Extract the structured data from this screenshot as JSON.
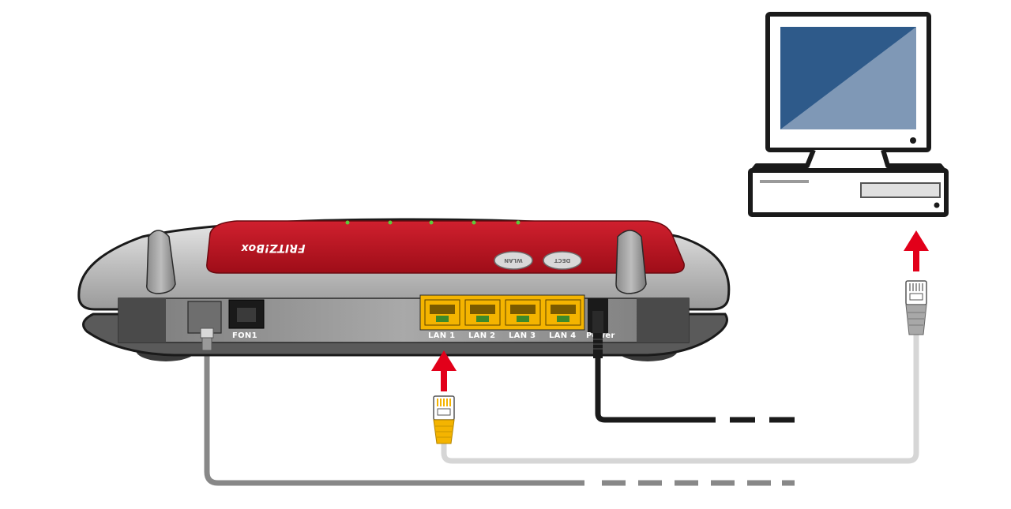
{
  "router": {
    "brand": "FRITZ!Box",
    "buttons": {
      "wlan": "WLAN",
      "dect": "DECT"
    },
    "ports": {
      "fon1": "FON1",
      "lan1": "LAN 1",
      "lan2": "LAN 2",
      "lan3": "LAN 3",
      "lan4": "LAN 4",
      "power": "Power"
    }
  },
  "colors": {
    "router_red": "#b8101e",
    "router_silver": "#c9c9c9",
    "router_panel": "#8c8c8c",
    "lan_port": "#f4b400",
    "arrow": "#e2001a",
    "monitor_screen_dark": "#2e5a8a",
    "monitor_screen_light": "#7f98b6",
    "cable_gray": "#888888",
    "cable_light": "#d6d6d6",
    "cable_black": "#1a1a1a"
  },
  "icons": [
    "router-icon",
    "computer-icon",
    "ethernet-plug-icon",
    "power-plug-icon",
    "up-arrow-icon"
  ]
}
